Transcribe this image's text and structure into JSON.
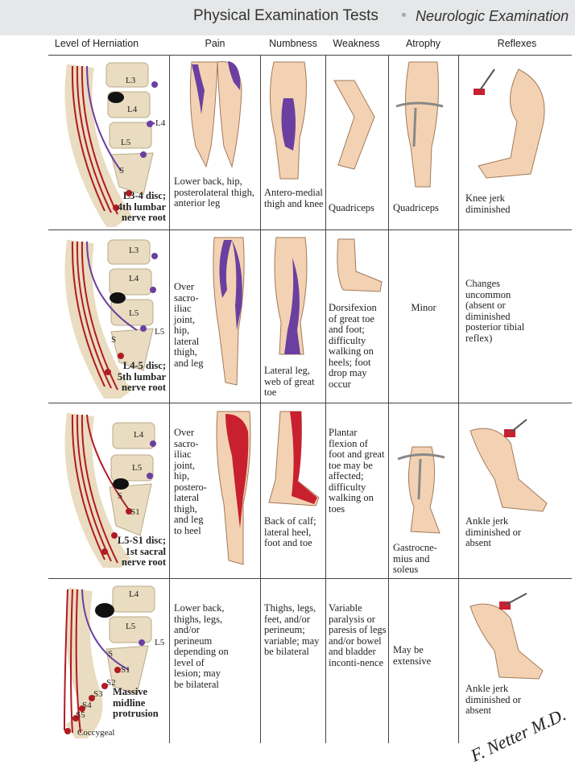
{
  "header": {
    "title": "Physical Examination Tests",
    "subtitle": "Neurologic Examination"
  },
  "columns": [
    "Level of Herniation",
    "Pain",
    "Numbness",
    "Weakness",
    "Atrophy",
    "Reflexes"
  ],
  "rows": [
    {
      "level_label": "L3-4 disc; 4th lumbar nerve root",
      "vertebrae": [
        "L3",
        "L4",
        "L5",
        "S"
      ],
      "nerve_label": "L4",
      "pain": "Lower back, hip, posterolateral thigh, anterior leg",
      "numbness": "Antero-medial thigh and knee",
      "weakness": "Quadriceps",
      "atrophy": "Quadriceps",
      "reflexes": "Knee jerk diminished"
    },
    {
      "level_label": "L4-5 disc; 5th lumbar nerve root",
      "vertebrae": [
        "L3",
        "L4",
        "L5",
        "S"
      ],
      "nerve_label": "L5",
      "pain": "Over sacro-iliac joint, hip, lateral thigh, and leg",
      "numbness": "Lateral leg, web of great toe",
      "weakness": "Dorsifexion of great toe and foot; difficulty walking on heels; foot drop may occur",
      "atrophy": "Minor",
      "reflexes": "Changes uncommon (absent or diminished posterior tibial reflex)"
    },
    {
      "level_label": "L5-S1 disc; 1st sacral nerve root",
      "vertebrae": [
        "L4",
        "L5",
        "S"
      ],
      "nerve_label": "S1",
      "pain": "Over sacro-iliac joint, hip, postero-lateral thigh, and leg to heel",
      "numbness": "Back of calf; lateral heel, foot and toe",
      "weakness": "Plantar flexion of foot and great toe may be affected; difficulty walking on toes",
      "atrophy": "Gastrocne-mius and soleus",
      "reflexes": "Ankle jerk diminished or absent"
    },
    {
      "level_label": "Massive midline protrusion",
      "vertebrae": [
        "L4",
        "L5",
        "S"
      ],
      "nerve_labels": [
        "L5",
        "S1",
        "S2",
        "S3",
        "S4",
        "S5",
        "Coccygeal"
      ],
      "pain": "Lower back, thighs, legs, and/or perineum depending on level of lesion; may be bilateral",
      "numbness": "Thighs, legs, feet, and/or perineum; variable; may be bilateral",
      "weakness": "Variable paralysis or paresis of legs and/or bowel and bladder inconti-nence",
      "atrophy": "May be extensive",
      "reflexes": "Ankle jerk diminished or absent"
    }
  ],
  "signature": "F. Netter M.D.",
  "colors": {
    "header_bg": "#e6e7e8",
    "numbness_purple": "#6b3fa0",
    "pain_red": "#c8202f",
    "skin": "#f3d2b3",
    "bone": "#e9dcc0",
    "nerve_red": "#b11a22"
  }
}
